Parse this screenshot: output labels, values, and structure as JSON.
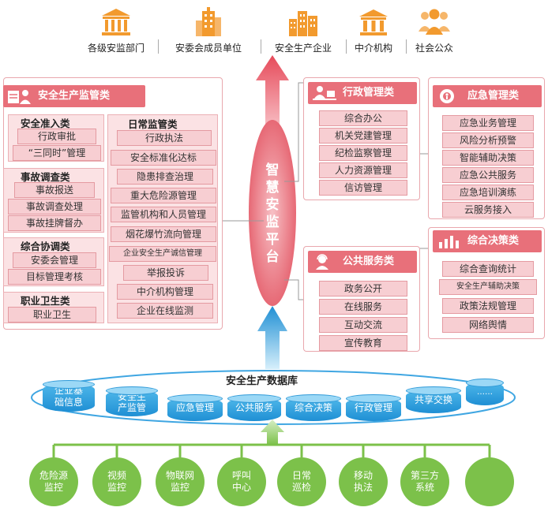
{
  "top_orgs": [
    {
      "label": "各级安监部门",
      "icon": "government-building-icon"
    },
    {
      "label": "安委会成员单位",
      "icon": "skyscraper-icon"
    },
    {
      "label": "安全生产企业",
      "icon": "city-buildings-icon"
    },
    {
      "label": "中介机构",
      "icon": "institution-icon"
    },
    {
      "label": "社会公众",
      "icon": "people-group-icon"
    }
  ],
  "platform": {
    "label": "智慧安监平台"
  },
  "left_panel": {
    "title": "安全生产监管类",
    "groups": [
      {
        "title": "安全准入类",
        "items": [
          "行政审批",
          "“三同时”管理"
        ]
      },
      {
        "title": "事故调查类",
        "items": [
          "事故报送",
          "事故调查处理",
          "事故挂牌督办"
        ]
      },
      {
        "title": "综合协调类",
        "items": [
          "安委会管理",
          "目标管理考核"
        ]
      },
      {
        "title": "职业卫生类",
        "items": [
          "职业卫生"
        ]
      },
      {
        "title": "日常监管类",
        "items": [
          "行政执法",
          "安全标准化达标",
          "隐患排查治理",
          "重大危险源管理",
          "监管机构和人员管理",
          "烟花爆竹流向管理",
          "企业安全生产诚信管理",
          "举报投诉",
          "中介机构管理",
          "企业在线监测"
        ]
      }
    ]
  },
  "admin_panel": {
    "title": "行政管理类",
    "items": [
      "综合办公",
      "机关党建管理",
      "纪检监察管理",
      "人力资源管理",
      "信访管理"
    ]
  },
  "emergency_panel": {
    "title": "应急管理类",
    "items": [
      "应急业务管理",
      "风险分析预警",
      "智能辅助决策",
      "应急公共服务",
      "应急培训演练",
      "云服务接入"
    ]
  },
  "public_panel": {
    "title": "公共服务类",
    "items": [
      "政务公开",
      "在线服务",
      "互动交流",
      "宣传教育"
    ]
  },
  "decision_panel": {
    "title": "综合决策类",
    "items": [
      "综合查询统计",
      "安全生产辅助决策",
      "政策法规管理",
      "网络舆情"
    ]
  },
  "database": {
    "title": "安全生产数据库",
    "items": [
      "企业基础信息",
      "安全生产监管",
      "应急管理",
      "公共服务",
      "综合决策",
      "行政管理",
      "共享交换",
      "……"
    ]
  },
  "sources": [
    "危险源\n监控",
    "视频\n监控",
    "物联网\n监控",
    "呼叫\n中心",
    "日常\n巡检",
    "移动\n执法",
    "第三方\n系统",
    ""
  ],
  "colors": {
    "accent_red": "#e8707a",
    "pill_pink": "#f7ced2",
    "db_blue": "#1f8fd4",
    "source_green": "#7cc14a",
    "icon_orange": "#f29a2e"
  }
}
